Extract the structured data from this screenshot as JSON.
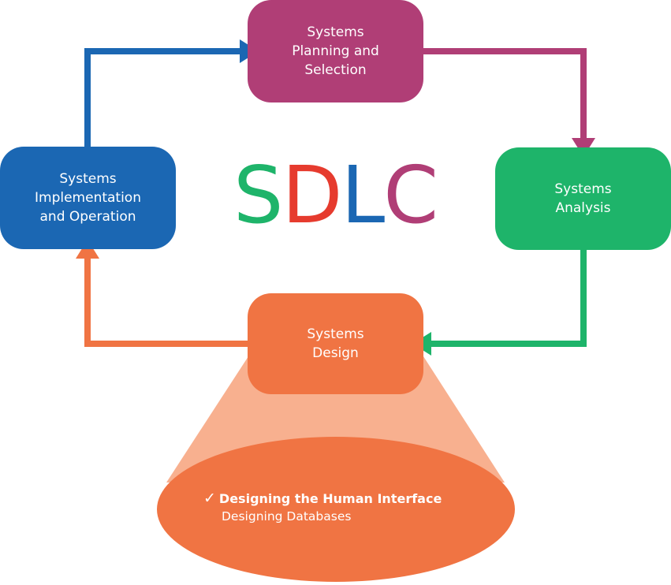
{
  "phases": {
    "planning": {
      "lines": [
        "Systems",
        "Planning and",
        "Selection"
      ],
      "color": "#b03e76"
    },
    "analysis": {
      "lines": [
        "Systems",
        "Analysis"
      ],
      "color": "#1eb46a"
    },
    "design": {
      "lines": [
        "Systems",
        "Design"
      ],
      "color": "#f07443"
    },
    "implementation": {
      "lines": [
        "Systems",
        "Implementation",
        "and Operation"
      ],
      "color": "#1b67b3"
    }
  },
  "title": {
    "letters": [
      "S",
      "D",
      "L",
      "C"
    ],
    "colors": [
      "#1eb46a",
      "#e63b2e",
      "#1b67b3",
      "#b03e76"
    ]
  },
  "focus": {
    "check_glyph": "✓",
    "items": [
      "Designing the Human Interface",
      "Designing Databases"
    ]
  },
  "colors": {
    "zoom_cone": "#f8b08f",
    "ellipse": "#f07443"
  }
}
